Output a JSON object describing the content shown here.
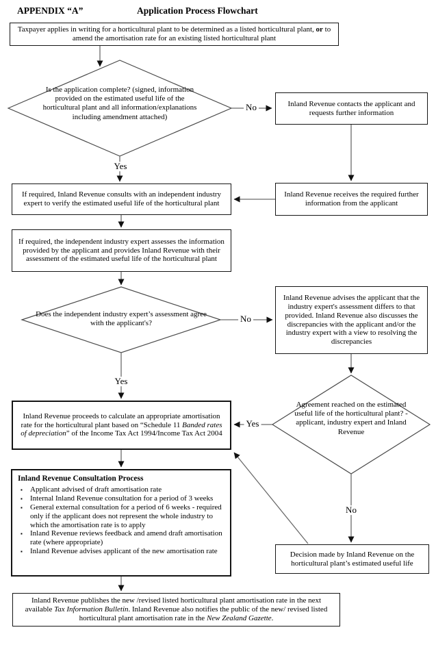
{
  "header": {
    "appendix": "APPENDIX “A”",
    "title": "Application Process Flowchart"
  },
  "labels": {
    "yes": "Yes",
    "no": "No"
  },
  "colors": {
    "background": "#ffffff",
    "box_border": "#141414",
    "connector_line": "#6a6a6a",
    "arrowhead": "#111111",
    "text": "#000000"
  },
  "nodes": {
    "apply": {
      "pre": "Taxpayer applies in writing for a horticultural plant to be determined as a listed horticultural plant, ",
      "bold": "or",
      "post": " to amend the amortisation rate for an existing listed horticultural plant"
    },
    "complete_q": "Is the application complete? (signed, information provided on the estimated useful life of the horticultural plant and all information/explanations including amendment attached)",
    "contacts": "Inland Revenue contacts the applicant and requests further information",
    "receives": "Inland Revenue receives the required further information from the applicant",
    "consults": "If required, Inland Revenue consults with an independent industry expert to verify the estimated useful life of the horticultural plant",
    "assesses": "If required, the independent industry expert assesses the information provided by the applicant and provides Inland Revenue with their assessment of the estimated useful life of the horticultural plant",
    "agree_q": "Does the independent industry expert’s assessment agree with the applicant's?",
    "advises": "Inland Revenue advises the applicant that the industry expert's assessment differs to that provided.  Inland Revenue also discusses the discrepancies with the applicant and/or the industry expert with a view to resolving the discrepancies",
    "agreement_q": "Agreement reached on the estimated useful life of the horticultural plant? - applicant, industry expert and Inland Revenue",
    "calculate": {
      "pre": "Inland Revenue proceeds to calculate an appropriate amortisation rate for the horticultural plant based on “Schedule 11 ",
      "italic": "Banded rates of depreciation",
      "post": "” of the Income Tax Act 1994/Income Tax Act 2004"
    },
    "consultation": {
      "title": "Inland Revenue Consultation Process",
      "bullet_glyph": "▪",
      "bullets": [
        "Applicant advised of draft amortisation rate",
        "Internal Inland Revenue consultation for a period of 3 weeks",
        "General external consultation for a period of 6 weeks - required only if the applicant does not represent the whole industry to which the amortisation rate is to apply",
        "Inland Revenue reviews feedback and amend draft amortisation rate (where appropriate)",
        "Inland Revenue advises applicant of the new amortisation rate"
      ]
    },
    "decision": "Decision made by Inland Revenue on the horticultural plant’s estimated useful life",
    "publish": {
      "p1": "Inland Revenue publishes the new /revised listed horticultural plant amortisation rate in the next available ",
      "i1": "Tax Information Bulletin",
      "p2": ".  Inland Revenue also notifies the public of the new/ revised listed horticultural plant amortisation rate in the ",
      "i2": "New Zealand Gazette",
      "p3": "."
    }
  }
}
